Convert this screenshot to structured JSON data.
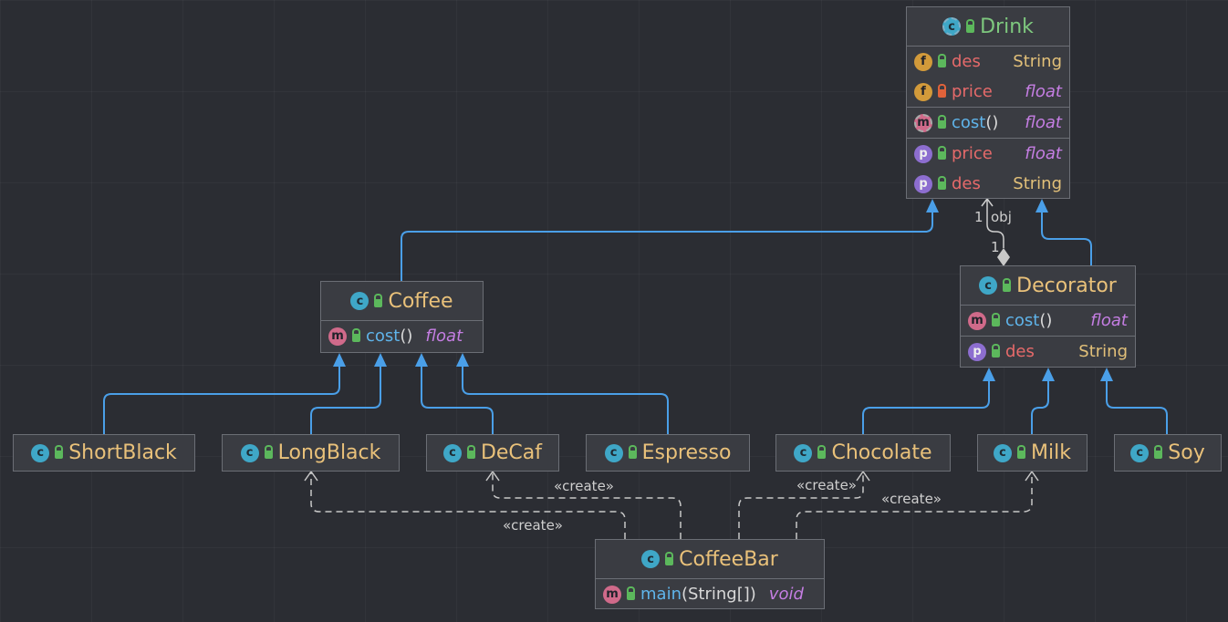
{
  "classes": {
    "drink": {
      "name": "Drink",
      "members": [
        {
          "badge": "f",
          "name": "des",
          "type": "String"
        },
        {
          "badge": "f",
          "name": "price",
          "type": "float"
        },
        {
          "badge": "m",
          "name": "cost",
          "parens": "()",
          "type": "float"
        },
        {
          "badge": "p",
          "name": "price",
          "type": "float"
        },
        {
          "badge": "p",
          "name": "des",
          "type": "String"
        }
      ]
    },
    "coffee": {
      "name": "Coffee",
      "members": [
        {
          "badge": "m",
          "name": "cost",
          "parens": "()",
          "type": "float"
        }
      ]
    },
    "decorator": {
      "name": "Decorator",
      "members": [
        {
          "badge": "m",
          "name": "cost",
          "parens": "()",
          "type": "float"
        },
        {
          "badge": "p",
          "name": "des",
          "type": "String"
        }
      ]
    },
    "shortblack": {
      "name": "ShortBlack"
    },
    "longblack": {
      "name": "LongBlack"
    },
    "decaf": {
      "name": "DeCaf"
    },
    "espresso": {
      "name": "Espresso"
    },
    "chocolate": {
      "name": "Chocolate"
    },
    "milk": {
      "name": "Milk"
    },
    "soy": {
      "name": "Soy"
    },
    "coffeebar": {
      "name": "CoffeeBar",
      "members": [
        {
          "badge": "m",
          "name": "main",
          "parens": "(String[])",
          "type": "void"
        }
      ]
    }
  },
  "badges": {
    "class": "c",
    "field": "f",
    "method": "m",
    "property": "p"
  },
  "edge_labels": {
    "association_role": "obj",
    "multiplicity_source": "1",
    "multiplicity_target": "1",
    "create_decaf": "«create»",
    "create_longblack": "«create»",
    "create_chocolate": "«create»",
    "create_milk": "«create»"
  },
  "colors": {
    "background": "#2b2d33",
    "node_bg": "#3a3c42",
    "inheritance_edge": "#4a9fe8",
    "dependency_edge": "#c8c8c8",
    "class_name": "#e9c17a",
    "abstract_name": "#7ec87e"
  }
}
